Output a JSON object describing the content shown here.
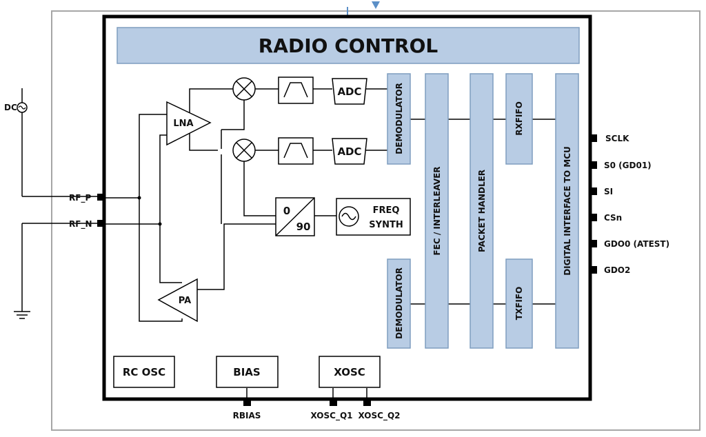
{
  "colors": {
    "block_fill": "#b8cce4",
    "block_stroke": "#7f9dbf",
    "outline": "#000000",
    "frame": "#a6a6a6",
    "marker": "#5b8fc7"
  },
  "title_bar": "RADIO CONTROL",
  "rf_blocks": {
    "lna": "LNA",
    "pa": "PA",
    "adc_top": "ADC",
    "adc_bottom": "ADC",
    "phase_0": "0",
    "phase_90": "90",
    "freq_synth_line1": "FREQ",
    "freq_synth_line2": "SYNTH"
  },
  "vertical_blocks": {
    "demodulator_top": "DEMODULATOR",
    "demodulator_bottom": "DEMODULATOR",
    "fec": "FEC / INTERLEAVER",
    "packet_handler": "PACKET HANDLER",
    "rxfifo": "RXFIFO",
    "txfifo": "TXFIFO",
    "digital_interface": "DIGITAL INTERFACE TO MCU"
  },
  "bottom_blocks": {
    "rc_osc": "RC OSC",
    "bias": "BIAS",
    "xosc": "XOSC"
  },
  "pins": {
    "rf_p": "RF_P",
    "rf_n": "RF_N",
    "dc": "DC",
    "sclk": "SCLK",
    "so": "S0 (GD01)",
    "si": "SI",
    "csn": "CSn",
    "gdo0": "GDO0 (ATEST)",
    "gdo2": "GDO2",
    "rbias": "RBIAS",
    "xosc_q1": "XOSC_Q1",
    "xosc_q2": "XOSC_Q2"
  }
}
